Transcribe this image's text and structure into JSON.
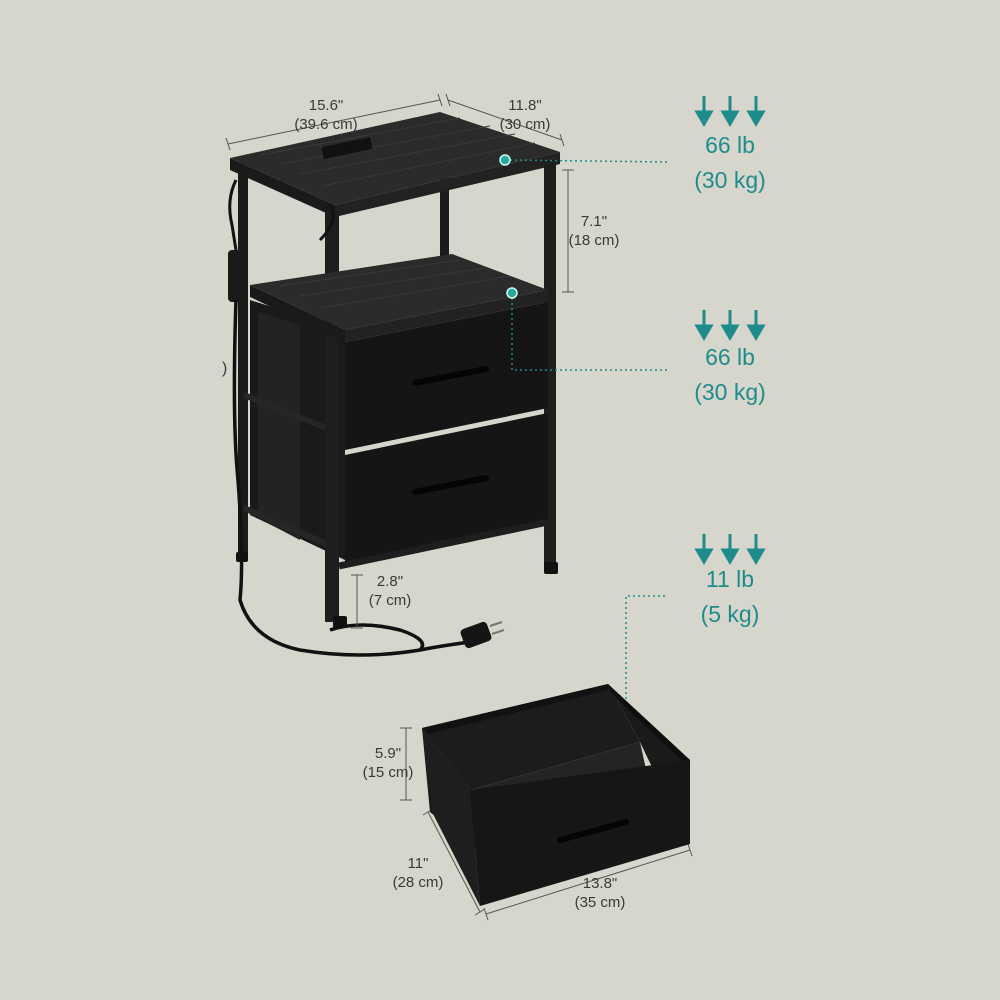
{
  "dimensions": {
    "width": {
      "in": "15.6\"",
      "cm": "(39.6 cm)"
    },
    "depth": {
      "in": "11.8\"",
      "cm": "(30 cm)"
    },
    "shelf_gap": {
      "in": "7.1\"",
      "cm": "(18 cm)"
    },
    "ground_clearance": {
      "in": "2.8\"",
      "cm": "(7 cm)"
    },
    "drawer_height": {
      "in": "5.9\"",
      "cm": "(15 cm)"
    },
    "drawer_depth": {
      "in": "11\"",
      "cm": "(28 cm)"
    },
    "drawer_width": {
      "in": "13.8\"",
      "cm": "(35 cm)"
    }
  },
  "loads": {
    "top_shelf": {
      "lb": "66 lb",
      "kg": "(30 kg)"
    },
    "middle_shelf": {
      "lb": "66 lb",
      "kg": "(30 kg)"
    },
    "drawer": {
      "lb": "11 lb",
      "kg": "(5 kg)"
    }
  },
  "cut_off_text": ")",
  "colors": {
    "background": "#d6d6cd",
    "accent": "#1f8c8c",
    "frame": "#1e1e1e",
    "fabric": "#141414",
    "wood": "#2a2a2a"
  }
}
